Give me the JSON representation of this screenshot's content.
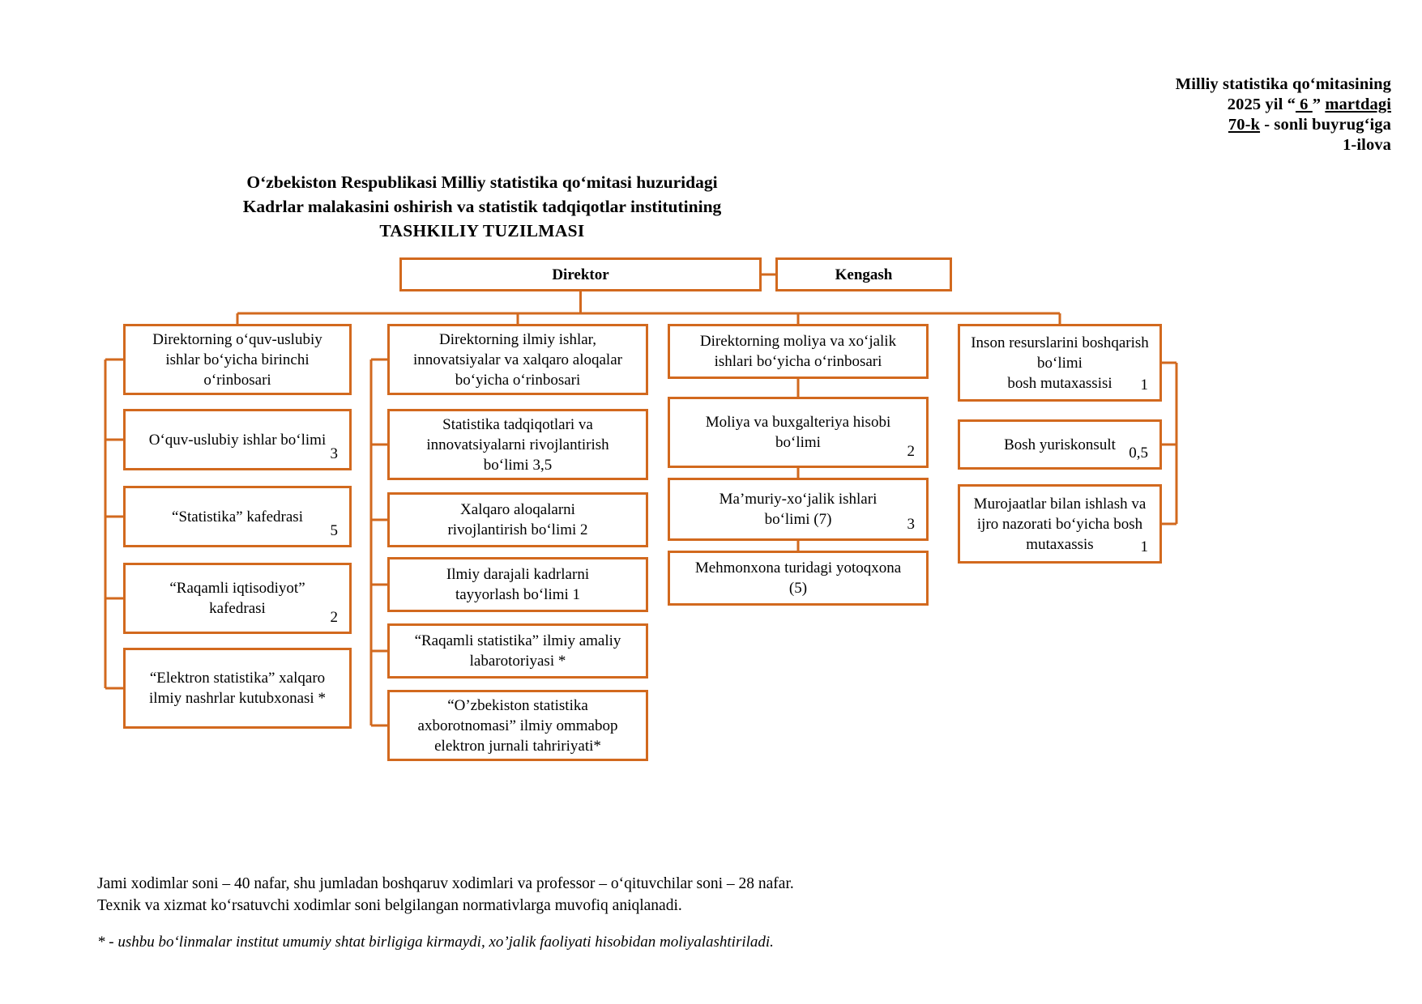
{
  "header": {
    "line1": "Milliy statistika  qo‘mitasining",
    "line2_pre": "2025 yil “",
    "line2_day": "  6   ",
    "line2_mid": "”   ",
    "line2_month": "martdagi",
    "line3_num": "70-k",
    "line3_rest": " - sonli  buyrug‘iga",
    "line4": "1-ilova"
  },
  "title": {
    "line1": "O‘zbekiston Respublikasi Milliy statistika qo‘mitasi huzuridagi",
    "line2": "Kadrlar malakasini oshirish va statistik tadqiqotlar institutining",
    "line3": "TASHKILIY TUZILMASI"
  },
  "chart_data": {
    "type": "diagram",
    "accent_color": "#d2691e",
    "top": [
      {
        "id": "direktor",
        "label": "Direktor",
        "count": ""
      },
      {
        "id": "kengash",
        "label": "Kengash",
        "count": ""
      }
    ],
    "columns": [
      {
        "id": "col1",
        "head": {
          "label": "Direktorning o‘quv-uslubiy\nishlar bo‘yicha birinchi\no‘rinbosari",
          "count": ""
        },
        "children": [
          {
            "label": "O‘quv-uslubiy ishlar bo‘limi",
            "count": "3"
          },
          {
            "label": "“Statistika” kafedrasi",
            "count": "5"
          },
          {
            "label": "“Raqamli iqtisodiyot”\nkafedrasi",
            "count": "2"
          },
          {
            "label": "“Elektron statistika” xalqaro\nilmiy nashrlar kutubxonasi   *",
            "count": ""
          }
        ]
      },
      {
        "id": "col2",
        "head": {
          "label": "Direktorning ilmiy ishlar,\ninnovatsiyalar va xalqaro aloqalar\nbo‘yicha o‘rinbosari",
          "count": ""
        },
        "children": [
          {
            "label": "Statistika tadqiqotlari va\ninnovatsiyalarni rivojlantirish\nbo‘limi             3,5",
            "count": ""
          },
          {
            "label": "Xalqaro aloqalarni\nrivojlantirish bo‘limi     2",
            "count": ""
          },
          {
            "label": "Ilmiy darajali kadrlarni\ntayyorlash bo‘limi          1",
            "count": ""
          },
          {
            "label": "“Raqamli statistika” ilmiy amaliy\nlabarotoriyasi *",
            "count": ""
          },
          {
            "label": "“O’zbekiston statistika\naxborotnomasi” ilmiy ommabop\nelektron jurnali tahririyati*",
            "count": ""
          }
        ]
      },
      {
        "id": "col3",
        "head": {
          "label": "Direktorning moliya va xo‘jalik\nishlari bo‘yicha o‘rinbosari",
          "count": ""
        },
        "children": [
          {
            "label": "Moliya va buxgalteriya hisobi\nbo‘limi",
            "count": "2"
          },
          {
            "label": "Ma’muriy-xo‘jalik ishlari\nbo‘limi (7)",
            "count": "3"
          },
          {
            "label": "Mehmonxona turidagi yotoqxona\n(5)",
            "count": ""
          }
        ]
      },
      {
        "id": "col4",
        "head": {
          "label": "Inson resurslarini boshqarish\nbo‘limi\nbosh mutaxassisi",
          "count": "1"
        },
        "children": [
          {
            "label": "Bosh yuriskonsult",
            "count": "0,5"
          },
          {
            "label": "Murojaatlar bilan ishlash va\nijro nazorati bo‘yicha bosh\nmutaxassis",
            "count": "1"
          }
        ]
      }
    ]
  },
  "footnotes": {
    "line1": "Jami xodimlar soni – 40 nafar, shu jumladan boshqaruv xodimlari va professor – o‘qituvchilar soni – 28 nafar.",
    "line2": "Texnik va xizmat ko‘rsatuvchi xodimlar soni belgilangan normativlarga muvofiq aniqlanadi.",
    "star": "* - ushbu bo‘linmalar institut umumiy shtat birligiga kirmaydi, xo’jalik faoliyati hisobidan moliyalashtiriladi."
  }
}
